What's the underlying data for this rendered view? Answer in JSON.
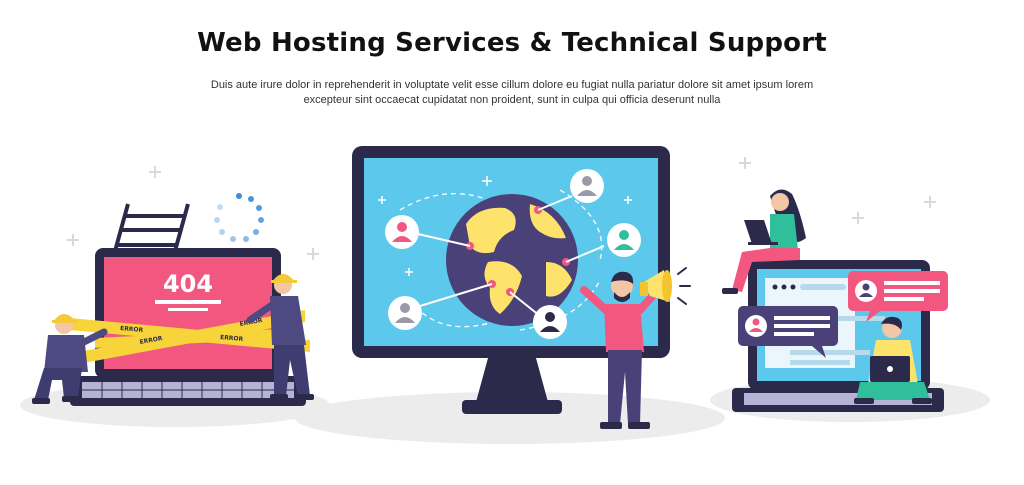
{
  "header": {
    "title": "Web Hosting Services & Technical Support",
    "subtitle_line1": "Duis aute irure dolor in reprehenderit in voluptate velit esse cillum dolore eu fugiat nulla pariatur dolore sit amet ipsum lorem",
    "subtitle_line2": "excepteur sint occaecat cupidatat non proident, sunt in culpa qui officia deserunt nulla"
  },
  "left_laptop": {
    "error_code": "404",
    "tape_text": "ERROR"
  },
  "colors": {
    "dark_navy": "#2c2a4a",
    "pink": "#f2577f",
    "sky_blue": "#5bc8ec",
    "yellow": "#fde36c",
    "ground_gray": "#ececec",
    "globe_purple": "#4a4178",
    "loader_blue": "#3b8fd6"
  },
  "icons": [
    "user-avatar-icon",
    "megaphone-icon",
    "loading-spinner-icon",
    "plus-icon",
    "chat-bubble-icon",
    "globe-icon",
    "ladder-icon"
  ]
}
